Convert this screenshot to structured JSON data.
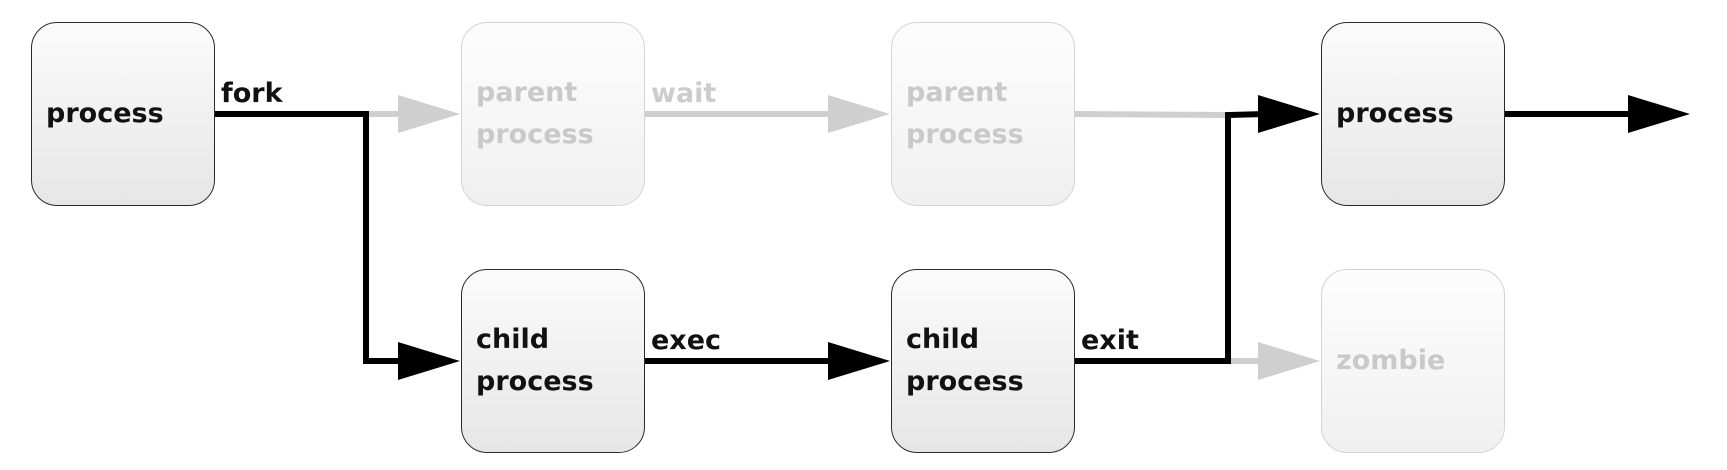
{
  "nodes": {
    "start_process": {
      "line1": "process",
      "line2": ""
    },
    "parent_process_1": {
      "line1": "parent",
      "line2": "process"
    },
    "parent_process_2": {
      "line1": "parent",
      "line2": "process"
    },
    "end_process": {
      "line1": "process",
      "line2": ""
    },
    "child_process_1": {
      "line1": "child",
      "line2": "process"
    },
    "child_process_2": {
      "line1": "child",
      "line2": "process"
    },
    "zombie": {
      "line1": "zombie",
      "line2": ""
    }
  },
  "edges": {
    "fork": "fork",
    "wait": "wait",
    "exec": "exec",
    "exit": "exit"
  },
  "colors": {
    "active": "#000000",
    "faded": "#cfcfcf"
  }
}
